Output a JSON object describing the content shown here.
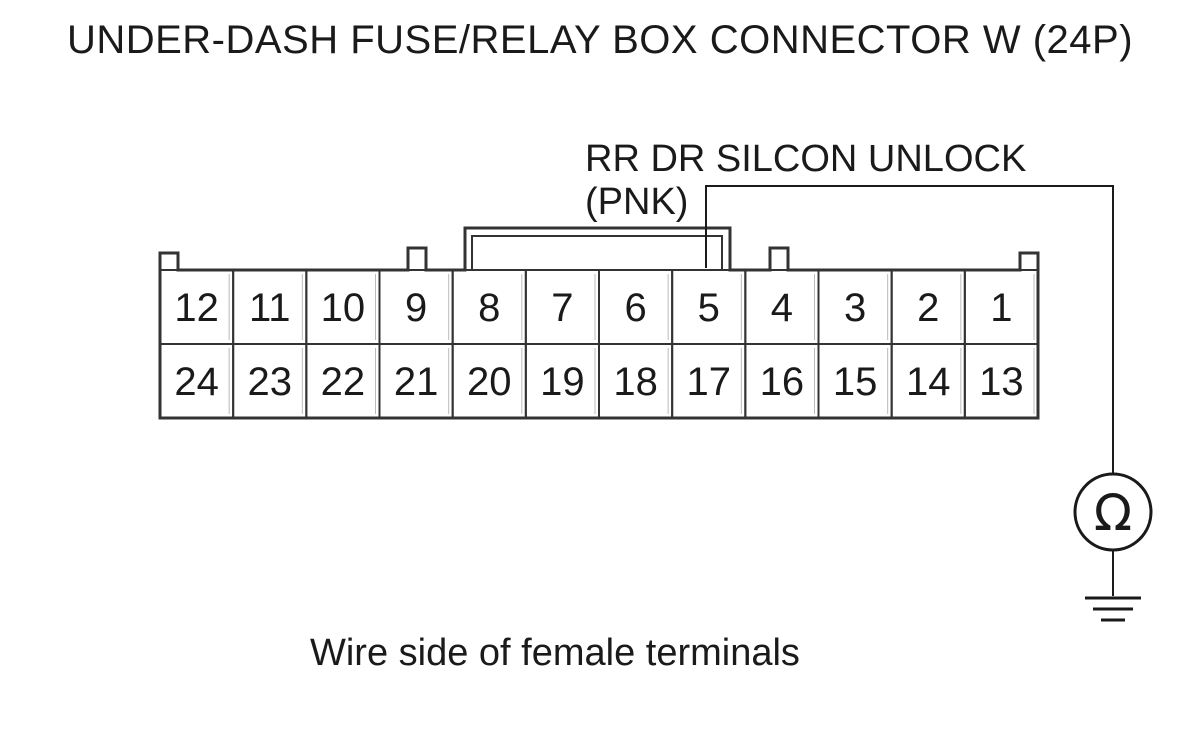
{
  "title": "UNDER-DASH FUSE/RELAY BOX CONNECTOR W (24P)",
  "caption": "Wire side of female terminals",
  "wire": {
    "name": "RR DR SILCON UNLOCK",
    "color": "(PNK)",
    "terminal": "5"
  },
  "meter": {
    "symbol": "Ω",
    "icon": "ohmmeter-icon"
  },
  "ground": {
    "icon": "ground-icon"
  },
  "connector": {
    "top_row": [
      "12",
      "11",
      "10",
      "9",
      "8",
      "7",
      "6",
      "5",
      "4",
      "3",
      "2",
      "1"
    ],
    "bottom_row": [
      "24",
      "23",
      "22",
      "21",
      "20",
      "19",
      "18",
      "17",
      "16",
      "15",
      "14",
      "13"
    ]
  }
}
